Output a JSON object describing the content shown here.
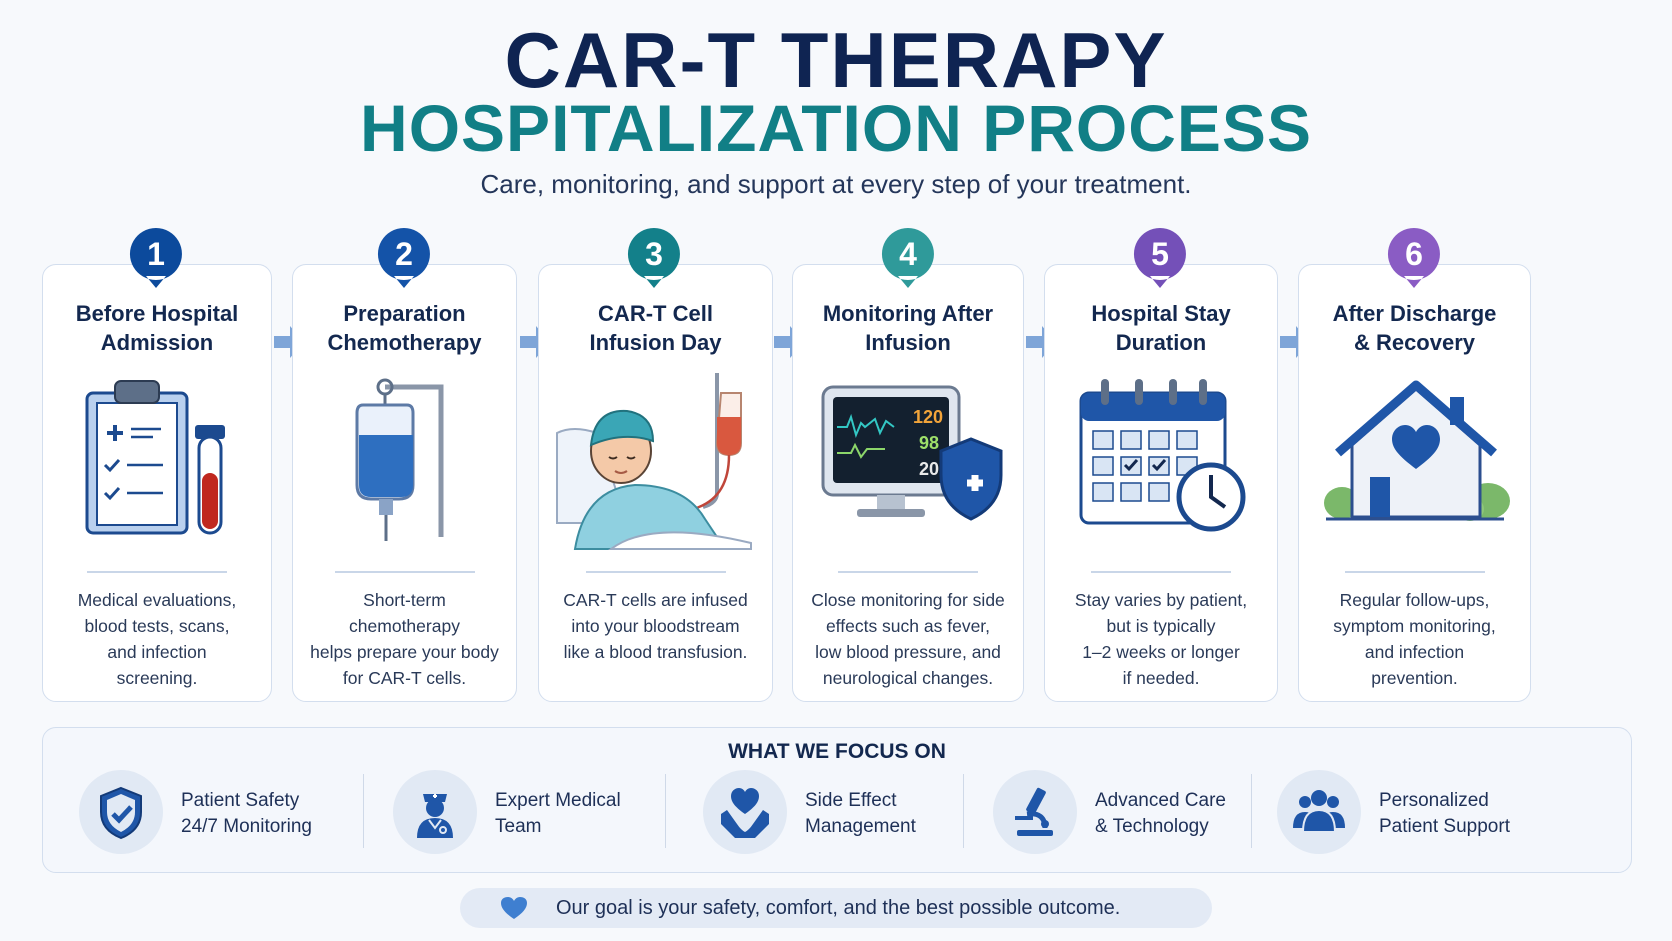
{
  "header": {
    "title_line1": "CAR-T THERAPY",
    "title_line2": "HOSPITALIZATION PROCESS",
    "subtitle": "Care, monitoring, and support at every step of your treatment."
  },
  "steps": [
    {
      "number": "1",
      "title_line1": "Before Hospital",
      "title_line2": "Admission",
      "desc": [
        "Medical evaluations,",
        "blood tests, scans,",
        "and infection",
        "screening."
      ],
      "icon": "clipboard-icon",
      "color": "#0c4a9c"
    },
    {
      "number": "2",
      "title_line1": "Preparation",
      "title_line2": "Chemotherapy",
      "desc": [
        "Short-term chemotherapy",
        "helps prepare your body",
        "for CAR-T cells."
      ],
      "icon": "iv-bag-icon",
      "color": "#1453a8"
    },
    {
      "number": "3",
      "title_line1": "CAR-T Cell",
      "title_line2": "Infusion Day",
      "desc": [
        "CAR-T cells are infused",
        "into your bloodstream",
        "like a blood transfusion."
      ],
      "icon": "patient-infusion-icon",
      "color": "#13808a"
    },
    {
      "number": "4",
      "title_line1": "Monitoring After",
      "title_line2": "Infusion",
      "desc": [
        "Close monitoring for side",
        "effects such as fever,",
        "low blood pressure, and",
        "neurological changes."
      ],
      "icon": "vitals-monitor-icon",
      "color": "#2f9a9a",
      "monitor_values": [
        "120",
        "98",
        "20"
      ]
    },
    {
      "number": "5",
      "title_line1": "Hospital Stay",
      "title_line2": "Duration",
      "desc": [
        "Stay varies by patient,",
        "but is typically",
        "1–2 weeks or longer",
        "if needed."
      ],
      "icon": "calendar-clock-icon",
      "color": "#7450b8"
    },
    {
      "number": "6",
      "title_line1": "After Discharge",
      "title_line2": "& Recovery",
      "desc": [
        "Regular follow-ups,",
        "symptom monitoring,",
        "and infection",
        "prevention."
      ],
      "icon": "home-heart-icon",
      "color": "#8a5cc4"
    }
  ],
  "focus": {
    "title": "WHAT WE FOCUS ON",
    "items": [
      {
        "line1": "Patient Safety",
        "line2": "24/7 Monitoring",
        "icon": "shield-check-icon"
      },
      {
        "line1": "Expert Medical",
        "line2": "Team",
        "icon": "nurse-icon"
      },
      {
        "line1": "Side Effect",
        "line2": "Management",
        "icon": "hands-heart-icon"
      },
      {
        "line1": "Advanced Care",
        "line2": "& Technology",
        "icon": "microscope-icon"
      },
      {
        "line1": "Personalized",
        "line2": "Patient Support",
        "icon": "group-icon"
      }
    ]
  },
  "goal": {
    "text": "Our goal is your safety, comfort, and the best possible outcome.",
    "icon": "heart-icon"
  }
}
